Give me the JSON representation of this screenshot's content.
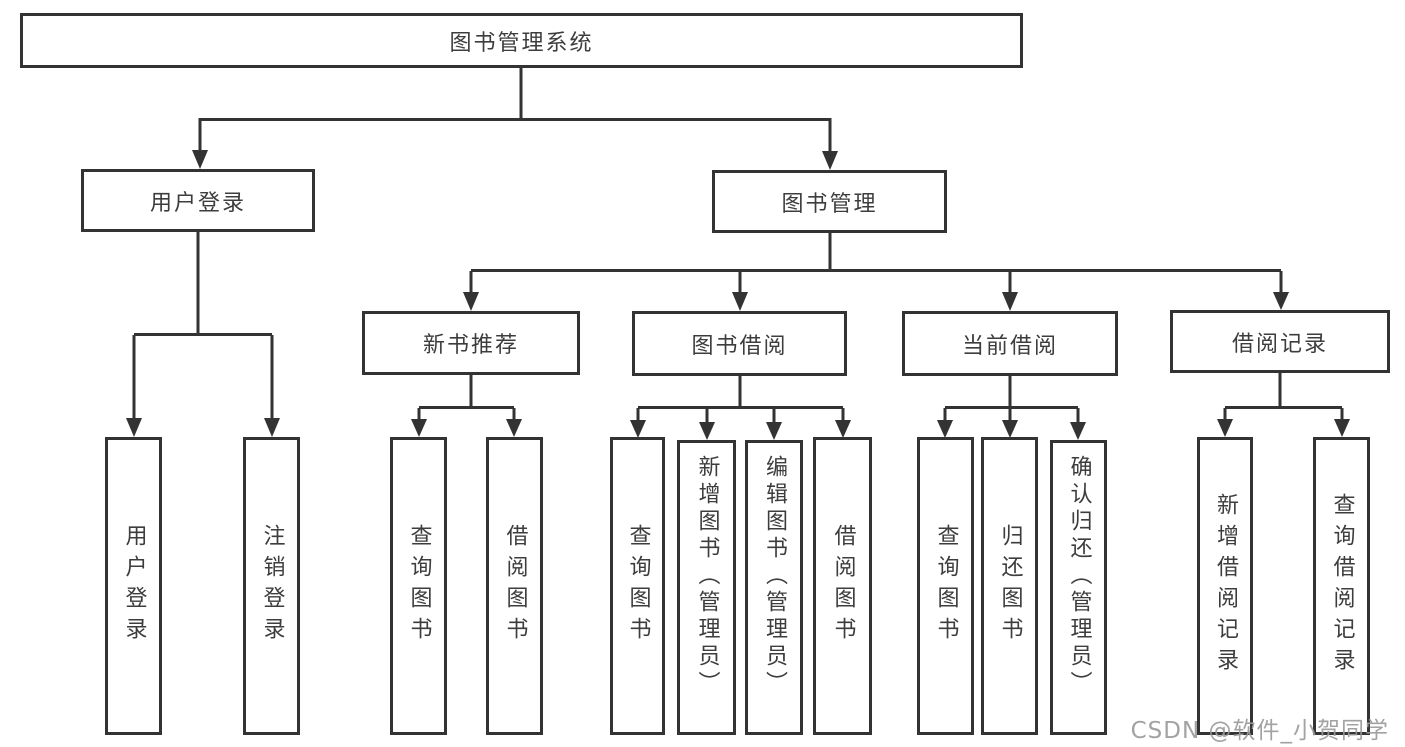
{
  "diagram": {
    "title": "图书管理系统",
    "nodes": {
      "root": {
        "label": "图书管理系统"
      },
      "login": {
        "label": "用户登录"
      },
      "mgmt": {
        "label": "图书管理"
      },
      "newbook": {
        "label": "新书推荐"
      },
      "borrow": {
        "label": "图书借阅"
      },
      "current": {
        "label": "当前借阅"
      },
      "records": {
        "label": "借阅记录"
      },
      "leaves": {
        "user_login": {
          "label": "用户登录",
          "parent": "用户登录"
        },
        "logout": {
          "label": "注销登录",
          "parent": "用户登录"
        },
        "nb_query": {
          "label": "查询图书",
          "parent": "新书推荐"
        },
        "nb_borrow": {
          "label": "借阅图书",
          "parent": "新书推荐"
        },
        "bw_query": {
          "label": "查询图书",
          "parent": "图书借阅"
        },
        "bw_add": {
          "label": "新增图书（管理员）",
          "parent": "图书借阅"
        },
        "bw_edit": {
          "label": "编辑图书（管理员）",
          "parent": "图书借阅"
        },
        "bw_borrow": {
          "label": "借阅图书",
          "parent": "图书借阅"
        },
        "cur_query": {
          "label": "查询图书",
          "parent": "当前借阅"
        },
        "cur_return": {
          "label": "归还图书",
          "parent": "当前借阅"
        },
        "cur_confirm": {
          "label": "确认归还（管理员）",
          "parent": "当前借阅"
        },
        "rec_add": {
          "label": "新增借阅记录",
          "parent": "借阅记录"
        },
        "rec_query": {
          "label": "查询借阅记录",
          "parent": "借阅记录"
        }
      }
    },
    "colors": {
      "line": "#333333",
      "text": "#3d3d3d",
      "background": "#ffffff",
      "watermark": "#9a9a9a"
    }
  },
  "watermark": {
    "text": "CSDN @软件_小贺同学"
  }
}
